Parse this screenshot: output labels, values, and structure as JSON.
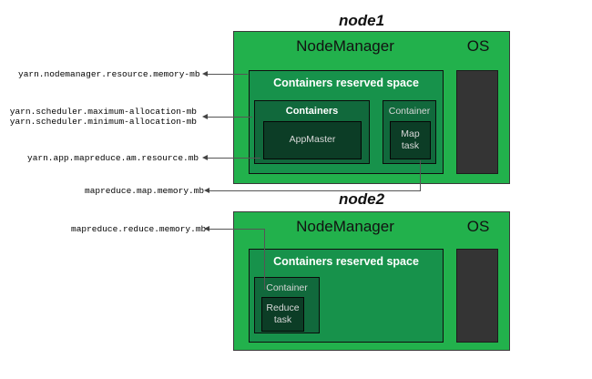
{
  "diagram": {
    "title_node1": "node1",
    "title_node2": "node2",
    "node_manager_label": "NodeManager",
    "os_label": "OS",
    "reserved_space_label": "Containers reserved space",
    "containers_group_label": "Containers",
    "container_label": "Container",
    "appmaster_label": "AppMaster",
    "map_task_label": "Map\ntask",
    "reduce_task_label": "Reduce\ntask"
  },
  "annotations": {
    "nodemanager_memory": "yarn.nodemanager.resource.memory-mb",
    "scheduler_max": "yarn.scheduler.maximum-allocation-mb",
    "scheduler_min": "yarn.scheduler.minimum-allocation-mb",
    "am_resource": "yarn.app.mapreduce.am.resource.mb",
    "map_memory": "mapreduce.map.memory.mb",
    "reduce_memory": "mapreduce.reduce.memory.mb"
  },
  "colors": {
    "background": "#ffffff",
    "node_green": "#22b14c",
    "reserved_green": "#17924b",
    "container_green": "#11693c",
    "task_green": "#0c3d26",
    "os_dark": "#343434",
    "line": "#555555",
    "text_dark": "#111111",
    "text_light": "#ffffff"
  }
}
